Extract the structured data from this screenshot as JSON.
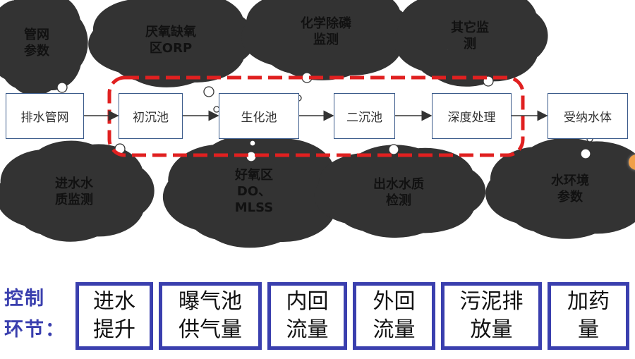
{
  "process_flow": {
    "boxes": [
      "排水管网",
      "初沉池",
      "生化池",
      "二沉池",
      "深度处理",
      "受纳水体"
    ],
    "clouds": [
      {
        "lines": [
          "管网",
          "参数"
        ]
      },
      {
        "lines": [
          "厌氧缺氧",
          "区ORP"
        ]
      },
      {
        "lines": [
          "化学除磷",
          "监测"
        ]
      },
      {
        "lines": [
          "其它监",
          "测"
        ]
      },
      {
        "lines": [
          "进水水",
          "质监测"
        ]
      },
      {
        "lines": [
          "好氧区",
          "DO、",
          "MLSS"
        ]
      },
      {
        "lines": [
          "出水水质",
          "检测"
        ]
      },
      {
        "lines": [
          "水环境",
          "参数"
        ]
      }
    ]
  },
  "control": {
    "title_lines": [
      "控制",
      "环节："
    ],
    "items": [
      {
        "lines": [
          "进水",
          "提升"
        ]
      },
      {
        "lines": [
          "曝气池",
          "供气量"
        ]
      },
      {
        "lines": [
          "内回",
          "流量"
        ]
      },
      {
        "lines": [
          "外回",
          "流量"
        ]
      },
      {
        "lines": [
          "污泥排",
          "放量"
        ]
      },
      {
        "lines": [
          "加药",
          "量"
        ]
      }
    ]
  },
  "colors": {
    "flow_border": "#3a5a8a",
    "dashed_region": "#e02020",
    "control_border": "#3a3fae",
    "control_title": "#3a3fae"
  }
}
